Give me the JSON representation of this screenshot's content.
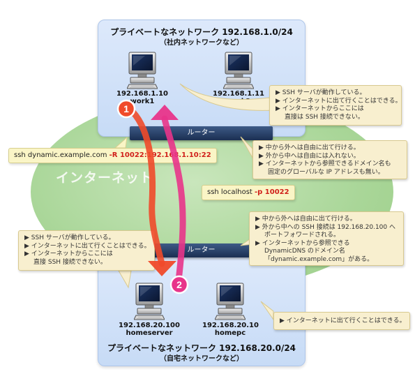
{
  "internet": {
    "label": "インターネット"
  },
  "office_network": {
    "title": "プライベートなネットワーク 192.168.1.0/24",
    "subtitle": "（社内ネットワークなど）",
    "router_label": "ルーター",
    "hosts": [
      {
        "ip": "192.168.1.10",
        "name": "work1"
      },
      {
        "ip": "192.168.1.11",
        "name": "work2"
      }
    ]
  },
  "home_network": {
    "title": "プライベートなネットワーク 192.168.20.0/24",
    "subtitle": "（自宅ネットワークなど）",
    "router_label": "ルーター",
    "hosts": [
      {
        "ip": "192.168.20.100",
        "name": "homeserver"
      },
      {
        "ip": "192.168.20.10",
        "name": "homepc"
      }
    ]
  },
  "notes": {
    "work1": [
      "▶ SSH サーバが動作している。",
      "▶ インターネットに出て行くことはできる。",
      "▶ インターネットからここには",
      "直接は SSH 接続できない。"
    ],
    "office_router": [
      "▶ 中から外へは自由に出て行ける。",
      "▶ 外から中へは自由には入れない。",
      "▶ インターネットから参照できるドメイン名も",
      "固定のグローバルな IP アドレスも無い。"
    ],
    "home_router": [
      "▶ 中から外へは自由に出て行ける。",
      "▶ 外から中への SSH 接続は 192.168.20.100 へ",
      "ポートフォワードされる。",
      "▶ インターネットから参照できる",
      "DynamicDNS のドメイン名",
      "「dynamic.example.com」がある。"
    ],
    "homeserver": [
      "▶ SSH サーバが動作している。",
      "▶ インターネットに出て行くことはできる。",
      "▶ インターネットからここには",
      "直接 SSH 接続できない。"
    ],
    "homepc": [
      "▶ インターネットに出て行くことはできる。"
    ]
  },
  "commands": {
    "remote_forward": {
      "prefix": "ssh dynamic.example.com ",
      "option": "-R 10022:192.168.1.10:22"
    },
    "local": {
      "prefix": "ssh localhost ",
      "option": "-p 10022"
    }
  },
  "steps": [
    "1",
    "2"
  ],
  "colors": {
    "step1": "#f04a2a",
    "step2": "#e8348a",
    "router": "#1b2f52",
    "internet": "#a9d698",
    "panel": "#c7dbf6",
    "note": "#f8efcf"
  }
}
